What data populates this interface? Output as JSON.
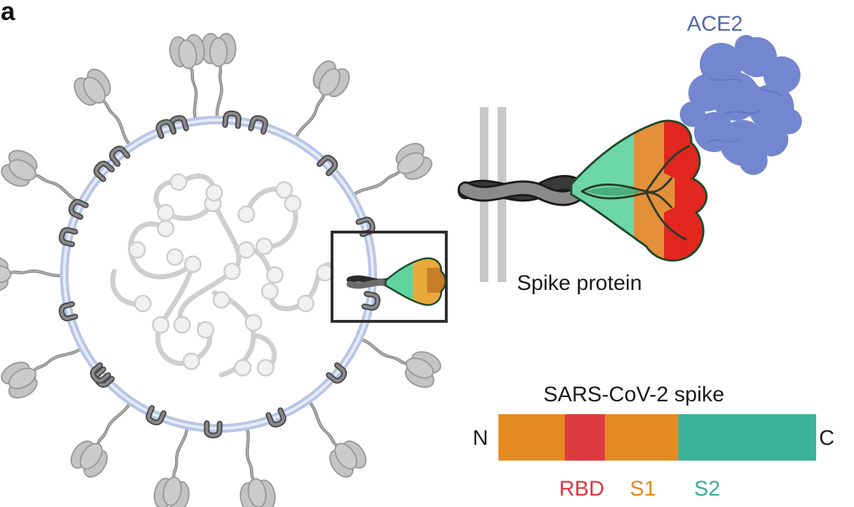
{
  "panel_label": "a",
  "ace2_label": "ACE2",
  "spike_protein_label": "Spike protein",
  "bar": {
    "title": "SARS-CoV-2 spike",
    "n_term": "N",
    "c_term": "C",
    "domains": [
      {
        "label": "RBD",
        "color": "#e0363e"
      },
      {
        "label": "S1",
        "color": "#e08a1e"
      },
      {
        "label": "S2",
        "color": "#38ae97"
      }
    ]
  },
  "colors": {
    "s1_orange": "#e58a21",
    "rbd_red": "#dd3a40",
    "s2_green": "#3bb29a",
    "spike_green": "#6fd6a8",
    "spike_orange": "#e48f3a",
    "spike_red": "#e1271f",
    "ace2_blue": "#7085cf",
    "membrane_blue": "#aab8e0",
    "grey": "#b9b9b9",
    "dark_grey": "#5a5a5a"
  }
}
